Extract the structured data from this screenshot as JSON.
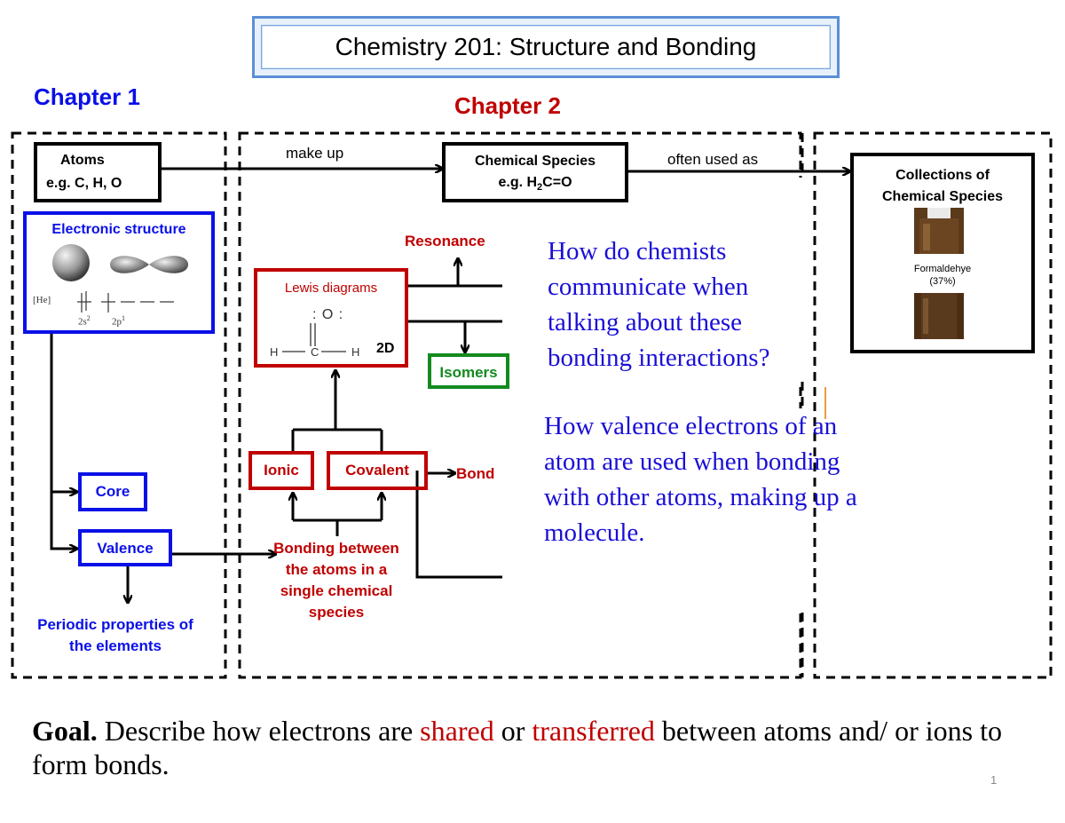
{
  "title": "Chemistry 201: Structure and Bonding",
  "chapter1": "Chapter 1",
  "chapter2": "Chapter 2",
  "atoms": {
    "line1": "Atoms",
    "line2": "e.g.  C, H, O"
  },
  "make_up": "make up",
  "species": {
    "line1": "Chemical Species",
    "line2_prefix": "e.g.  H",
    "line2_sub": "2",
    "line2_suffix": "C=O"
  },
  "often_used_as": "often used as",
  "collections": {
    "title": "Collections of Chemical Species",
    "bottle_label": "Formaldehye\n(37%)"
  },
  "electronic_structure": {
    "title": "Electronic structure",
    "config_core": "[He]",
    "orb_2s": "2s",
    "orb_2s_sup": "2",
    "orb_2p": "2p",
    "orb_2p_sup": "1"
  },
  "core": "Core",
  "valence": "Valence",
  "periodic": "Periodic properties of the elements",
  "resonance": "Resonance",
  "lewis": {
    "title": "Lewis diagrams",
    "o_atom": "O",
    "h_left": "H",
    "c_atom": "C",
    "h_right": "H",
    "dim": "2D"
  },
  "isomers": "Isomers",
  "ionic": "Ionic",
  "covalent": "Covalent",
  "bond": "Bond",
  "bonding_between": "Bonding between the atoms in a single chemical species",
  "question1": "How do chemists communicate when talking about these bonding interactions?",
  "question2": "How valence electrons of an atom are used when bonding with other atoms, making up a molecule.",
  "goal": {
    "label": "Goal.",
    "part1": " Describe how electrons are ",
    "shared": "shared",
    "or": " or ",
    "transferred": "transferred",
    "part2": " between atoms and/ or ions to form bonds."
  },
  "page_number": "1",
  "colors": {
    "blue": "#0a10e6",
    "red": "#c00000",
    "green": "#138a1e",
    "question": "#1a0fd6"
  }
}
